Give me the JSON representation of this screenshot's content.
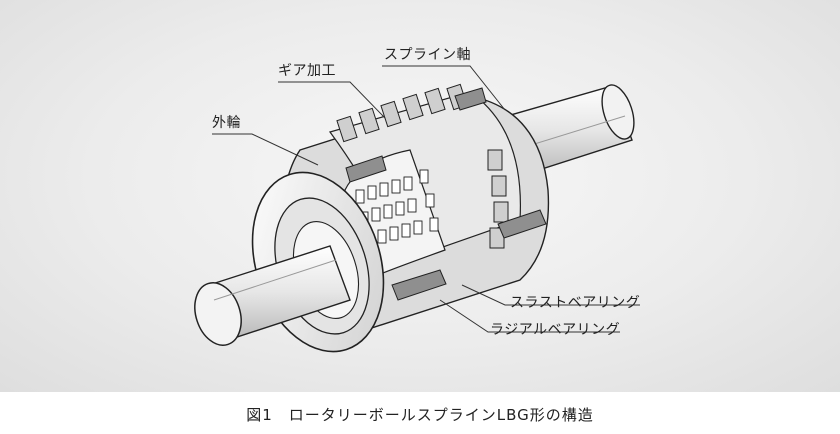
{
  "labels": {
    "spline_shaft": "スプライン軸",
    "gear": "ギア加工",
    "outer_ring": "外輪",
    "thrust_bearing": "スラストベアリング",
    "radial_bearing": "ラジアルベアリング"
  },
  "caption": "図1　ロータリーボールスプラインLBG形の構造",
  "colors": {
    "panel": "#e8e8e8",
    "outline": "#222222",
    "metal_light": "#ffffff",
    "metal_mid": "#d9d9d9",
    "metal_dark": "#9a9a9a"
  }
}
